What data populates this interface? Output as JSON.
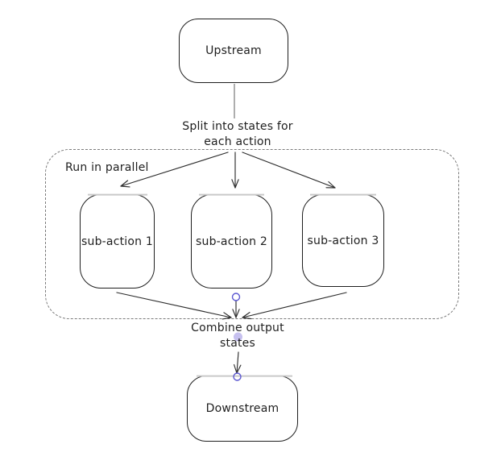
{
  "diagram": {
    "nodes": {
      "upstream": {
        "label": "Upstream"
      },
      "sub1": {
        "label": "sub-action 1"
      },
      "sub2": {
        "label": "sub-action 2"
      },
      "sub3": {
        "label": "sub-action 3"
      },
      "downstream": {
        "label": "Downstream"
      }
    },
    "labels": {
      "split_text": "Split into states for\neach action",
      "parallel_group_text": "Run in parallel",
      "combine_text": "Combine output\nstates"
    },
    "colors": {
      "shape_stroke": "#1e1e1e",
      "arrow_stroke": "#2d2d2d",
      "plain_connector_gray": "#9a9a9a",
      "dashed_border": "#7b7b7b",
      "binding_edge_highlight": "#c9c9c9",
      "endpoint_circle_stroke": "#5b57d1",
      "midpoint_handle_fill": "#c6c0ef",
      "background": "#ffffff"
    }
  }
}
